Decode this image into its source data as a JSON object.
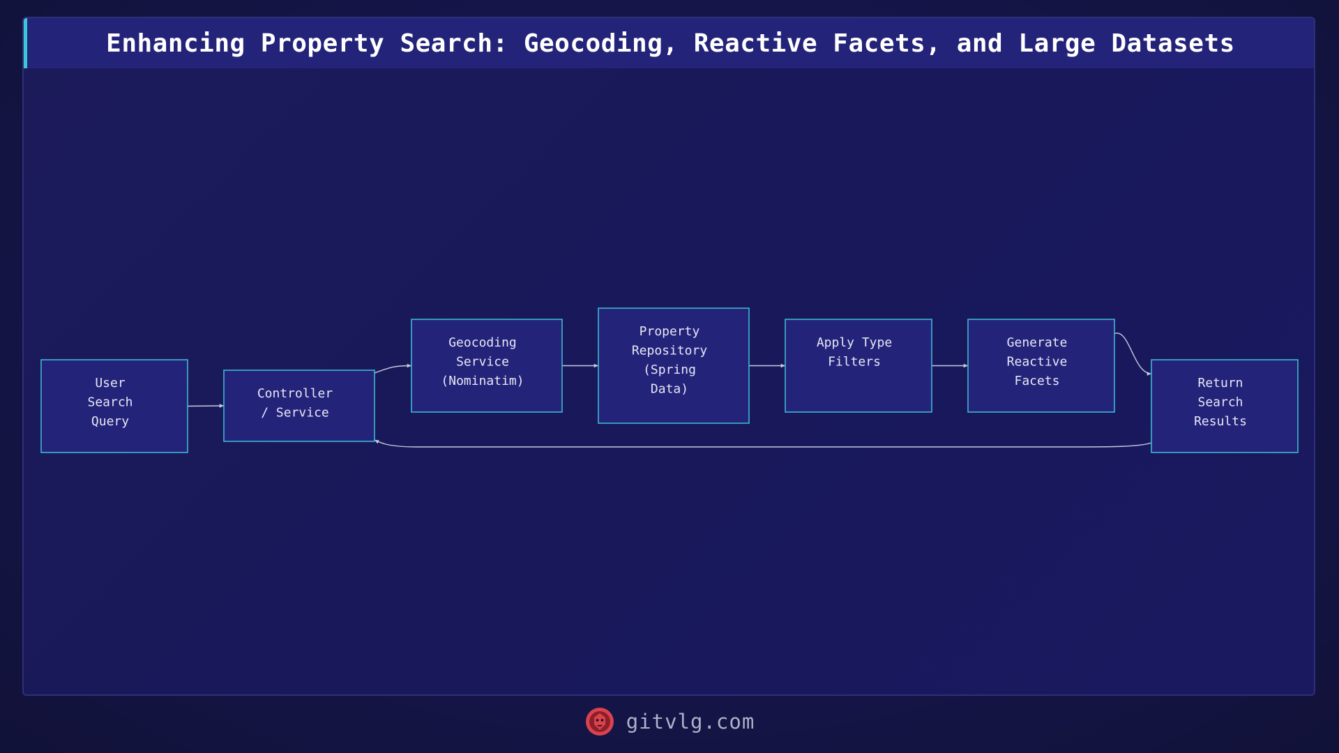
{
  "title": "Enhancing Property Search: Geocoding, Reactive Facets, and Large Datasets",
  "nodes": [
    {
      "id": "user-search-query",
      "lines": [
        "User",
        "Search",
        "Query"
      ]
    },
    {
      "id": "controller-service",
      "lines": [
        "Controller",
        "/ Service"
      ]
    },
    {
      "id": "geocoding-service",
      "lines": [
        "Geocoding",
        "Service",
        "(Nominatim)"
      ]
    },
    {
      "id": "property-repository",
      "lines": [
        "Property",
        "Repository",
        "(Spring",
        "Data)"
      ]
    },
    {
      "id": "apply-type-filters",
      "lines": [
        "Apply Type",
        "Filters"
      ]
    },
    {
      "id": "generate-reactive-facets",
      "lines": [
        "Generate",
        "Reactive",
        "Facets"
      ]
    },
    {
      "id": "return-search-results",
      "lines": [
        "Return",
        "Search",
        "Results"
      ]
    }
  ],
  "edges": [
    {
      "from": "user-search-query",
      "to": "controller-service"
    },
    {
      "from": "controller-service",
      "to": "geocoding-service"
    },
    {
      "from": "geocoding-service",
      "to": "property-repository"
    },
    {
      "from": "property-repository",
      "to": "apply-type-filters"
    },
    {
      "from": "apply-type-filters",
      "to": "generate-reactive-facets"
    },
    {
      "from": "generate-reactive-facets",
      "to": "return-search-results"
    },
    {
      "from": "return-search-results",
      "to": "controller-service"
    }
  ],
  "footer": {
    "site": "gitvlg.com",
    "logo_icon": "lion-head-icon"
  },
  "colors": {
    "background": "#18185a",
    "node_fill": "#24237a",
    "node_border": "#3cb8d0",
    "accent": "#3cc7d6",
    "edge": "#c8cbe0",
    "logo": "#d9434d"
  }
}
